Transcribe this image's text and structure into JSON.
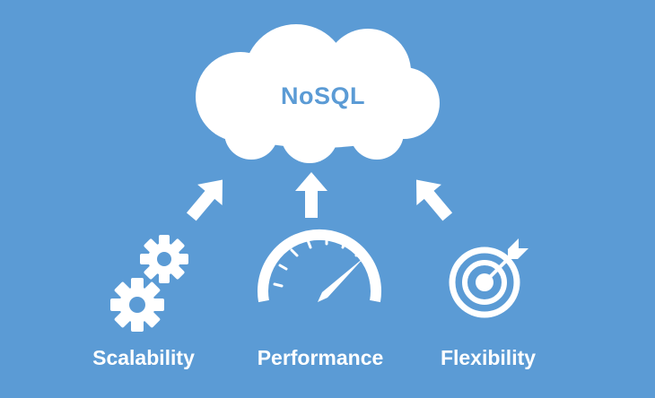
{
  "cloud": {
    "title": "NoSQL"
  },
  "features": [
    {
      "label": "Scalability",
      "icon": "gears-icon"
    },
    {
      "label": "Performance",
      "icon": "speedometer-icon"
    },
    {
      "label": "Flexibility",
      "icon": "target-icon"
    }
  ],
  "colors": {
    "background": "#5b9bd5",
    "foreground": "#ffffff",
    "cloud_text": "#5b9bd5"
  }
}
